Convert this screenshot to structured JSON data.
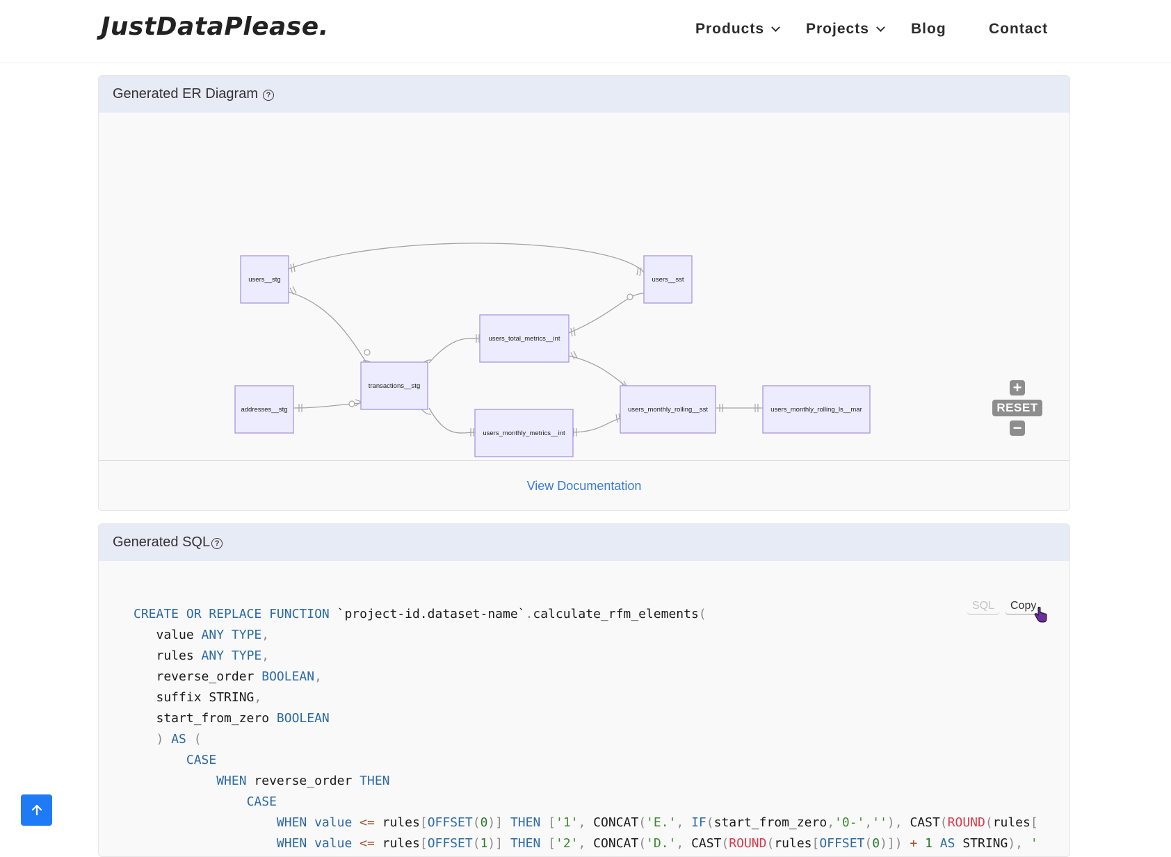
{
  "header": {
    "logo": "JustDataPlease.",
    "nav": [
      {
        "label": "Products",
        "dropdown": true
      },
      {
        "label": "Projects",
        "dropdown": true
      },
      {
        "label": "Blog",
        "dropdown": false
      },
      {
        "label": "Contact",
        "dropdown": false
      }
    ]
  },
  "er_card": {
    "title": "Generated ER Diagram",
    "help_icon": "question-circle-icon",
    "nodes": {
      "users_stg": "users__stg",
      "users_sst": "users__sst",
      "users_total_metrics_int": "users_total_metrics__int",
      "transactions_stg": "transactions__stg",
      "addresses_stg": "addresses__stg",
      "users_monthly_metrics_int": "users_monthly_metrics__int",
      "users_monthly_rolling_sst": "users_monthly_rolling__sst",
      "users_monthly_rolling_ls_mar": "users_monthly_rolling_ls__mar"
    },
    "reset_label": "RESET",
    "zoom_in_icon": "plus-icon",
    "zoom_out_icon": "minus-icon",
    "footer_link": "View Documentation",
    "colors": {
      "node_fill": "#ececfe",
      "node_stroke": "#9a86d6",
      "edge": "#999999"
    }
  },
  "sql_card": {
    "title": "Generated SQL",
    "help_icon": "question-circle-icon",
    "lang_label": "SQL",
    "copy_label": "Copy"
  },
  "scroll_top_icon": "arrow-up-icon",
  "colors": {
    "accent": "#1e7bf5",
    "header_bg": "#e6ebf5",
    "link": "#3a7bd5"
  }
}
